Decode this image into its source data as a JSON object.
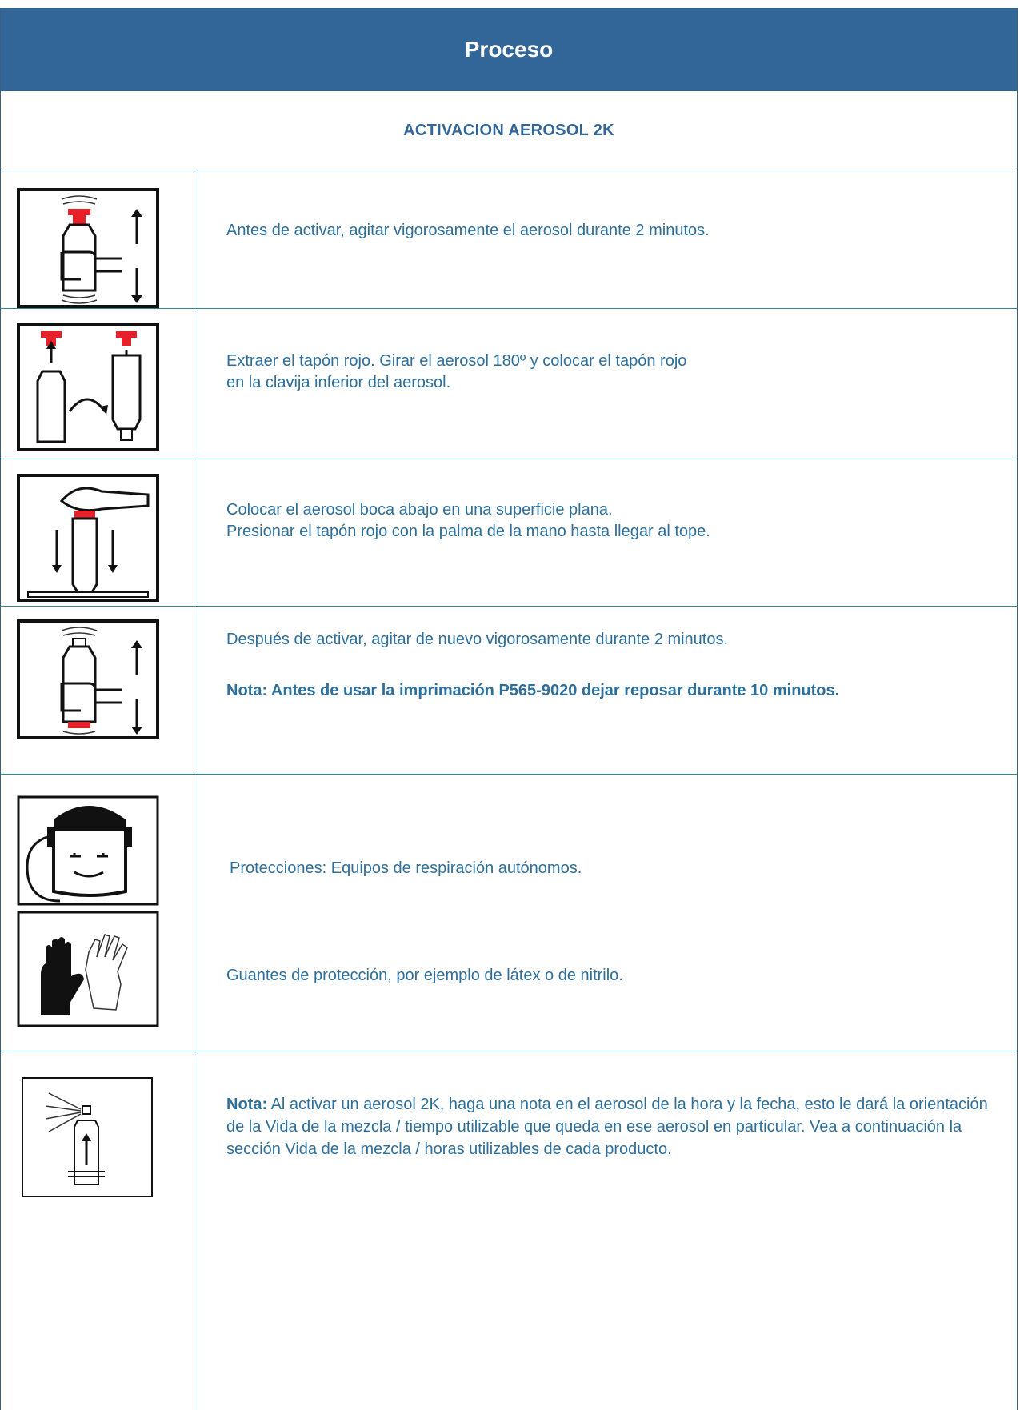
{
  "header": {
    "title": "Proceso"
  },
  "section": {
    "title": "ACTIVACION AEROSOL 2K"
  },
  "steps": [
    {
      "icon": "shake-aerosol-icon",
      "text": "Antes de activar, agitar vigorosamente el aerosol durante 2 minutos."
    },
    {
      "icon": "remove-red-cap-icon",
      "line1": "Extraer el tapón rojo. Girar el aerosol 180º y colocar el tapón rojo",
      "line2": "en la clavija inferior del aerosol."
    },
    {
      "icon": "press-cap-icon",
      "line1": "Colocar el aerosol boca abajo en una superficie plana.",
      "line2": "Presionar el tapón rojo con la palma de la mano hasta llegar al tope."
    },
    {
      "icon": "shake-aerosol-icon",
      "text": "Después de activar, agitar de nuevo vigorosamente durante 2 minutos.",
      "note": "Nota: Antes de usar la imprimación P565-9020 dejar reposar durante 10 minutos."
    },
    {
      "icon": "respirator-icon",
      "text": "Protecciones: Equipos de respiración autónomos.",
      "icon2": "gloves-icon",
      "text2": "Guantes de protección, por ejemplo de látex o de nitrilo."
    },
    {
      "icon": "spray-can-icon",
      "note_label": "Nota:",
      "text": "Al activar un aerosol 2K, haga una nota en el aerosol de la hora y la fecha, esto le dará la orientación de la Vida de la mezcla / tiempo utilizable que queda en ese aerosol en particular. Vea a continuación la sección Vida de la mezcla / horas utilizables de cada producto."
    }
  ],
  "colors": {
    "header_bg": "#326699",
    "text": "#2d6f9b",
    "red": "#e8202a"
  }
}
